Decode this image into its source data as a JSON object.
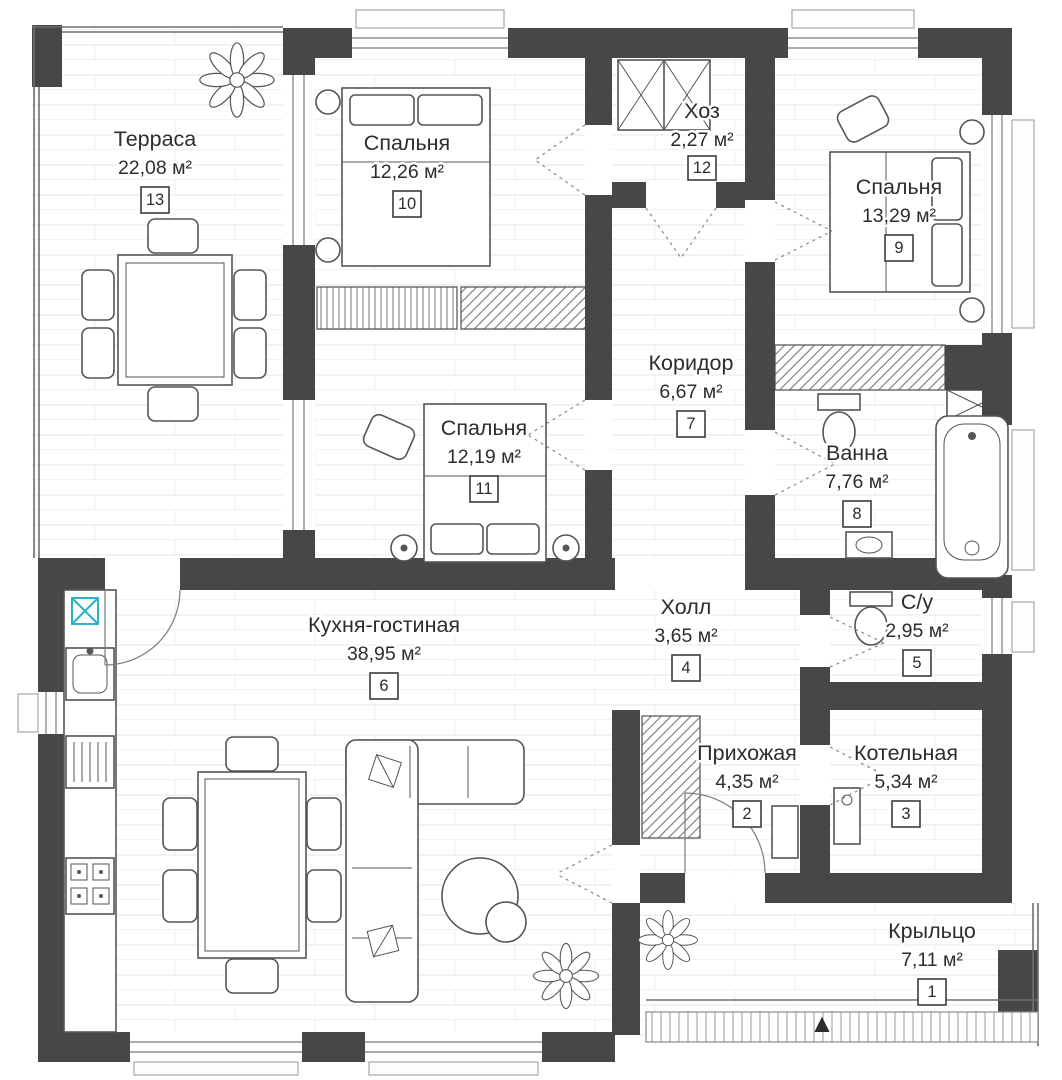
{
  "plan": {
    "rooms": [
      {
        "number": "1",
        "name": "Крыльцо",
        "area": "7,11 м²"
      },
      {
        "number": "2",
        "name": "Прихожая",
        "area": "4,35 м²"
      },
      {
        "number": "3",
        "name": "Котельная",
        "area": "5,34 м²"
      },
      {
        "number": "4",
        "name": "Холл",
        "area": "3,65 м²"
      },
      {
        "number": "5",
        "name": "С/у",
        "area": "2,95 м²"
      },
      {
        "number": "6",
        "name": "Кухня-гостиная",
        "area": "38,95 м²"
      },
      {
        "number": "7",
        "name": "Коридор",
        "area": "6,67 м²"
      },
      {
        "number": "8",
        "name": "Ванна",
        "area": "7,76 м²"
      },
      {
        "number": "9",
        "name": "Спальня",
        "area": "13,29 м²"
      },
      {
        "number": "10",
        "name": "Спальня",
        "area": "12,26 м²"
      },
      {
        "number": "11",
        "name": "Спальня",
        "area": "12,19 м²"
      },
      {
        "number": "12",
        "name": "Хоз",
        "area": "2,27 м²"
      },
      {
        "number": "13",
        "name": "Терраса",
        "area": "22,08 м²"
      }
    ],
    "symbols": {
      "entrance_arrow": "▲"
    },
    "colors": {
      "wall": "#474747",
      "text": "#2d2d2d",
      "furn": "#555555",
      "teal": "#2fb0c8"
    }
  }
}
